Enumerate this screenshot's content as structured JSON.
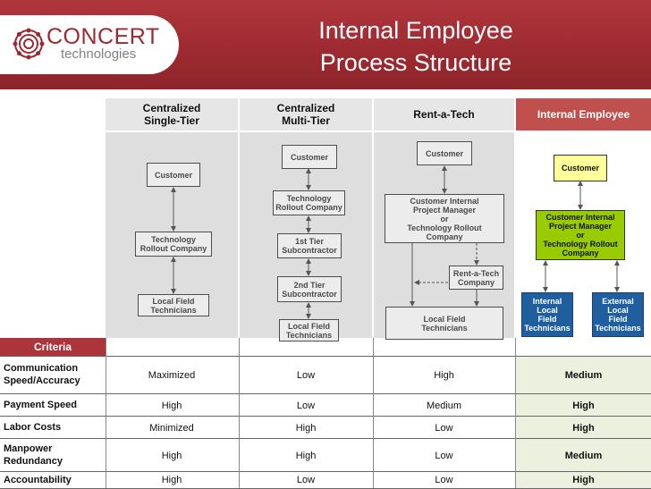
{
  "logo": {
    "name": "CONCERT",
    "sub": "technologies"
  },
  "title": {
    "line1": "Internal Employee",
    "line2": "Process Structure"
  },
  "columns": [
    "Centralized\nSingle-Tier",
    "Centralized\nMulti-Tier",
    "Rent-a-Tech",
    "Internal Employee"
  ],
  "diagram": {
    "single": {
      "customer": "Customer",
      "rollout": "Technology\nRollout Company",
      "local": "Local Field\nTechnicians"
    },
    "multi": {
      "customer": "Customer",
      "rollout": "Technology\nRollout Company",
      "tier1": "1st Tier\nSubcontractor",
      "tier2": "2nd Tier\nSubcontractor",
      "local": "Local Field\nTechnicians"
    },
    "rent": {
      "customer": "Customer",
      "pm": "Customer Internal\nProject Manager\nor\nTechnology Rollout\nCompany",
      "rat": "Rent-a-Tech\nCompany",
      "local": "Local Field\nTechnicians"
    },
    "internal": {
      "customer": "Customer",
      "pm": "Customer Internal\nProject Manager\nor\nTechnology Rollout\nCompany",
      "internal": "Internal\nLocal\nField\nTechnicians",
      "external": "External\nLocal\nField\nTechnicians"
    }
  },
  "criteria_label": "Criteria",
  "rows": [
    {
      "label": "Communication\nSpeed/Accuracy",
      "values": [
        "Maximized",
        "Low",
        "High",
        "Medium"
      ]
    },
    {
      "label": "Payment Speed",
      "values": [
        "High",
        "Low",
        "Medium",
        "High"
      ]
    },
    {
      "label": "Labor Costs",
      "values": [
        "Minimized",
        "High",
        "Low",
        "High"
      ]
    },
    {
      "label": "Manpower\nRedundancy",
      "values": [
        "High",
        "High",
        "Low",
        "Medium"
      ]
    },
    {
      "label": "Accountability",
      "values": [
        "High",
        "Low",
        "Low",
        "High"
      ]
    }
  ],
  "colors": {
    "brand": "#9c2a30",
    "internal_header": "#c0504d",
    "internal_cells": "#ebf1de",
    "customer_box": "#ffff99",
    "pm_box": "#99cc00",
    "tech_box": "#1f5fa0"
  }
}
